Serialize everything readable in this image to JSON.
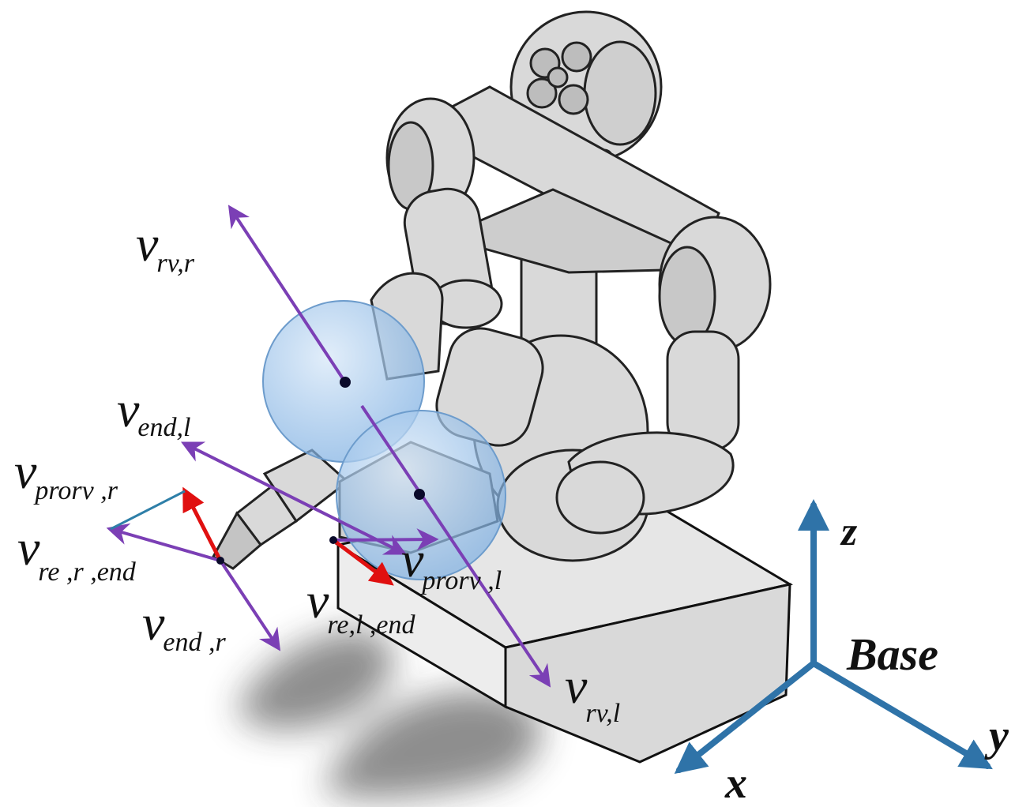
{
  "labels": {
    "v_rv_r": {
      "main": "v",
      "sub": "rv,r"
    },
    "v_end_l": {
      "main": "v",
      "sub": "end,l"
    },
    "v_prorv_r": {
      "main": "v",
      "sub": "prorv ,r"
    },
    "v_re_r_end": {
      "main": "v",
      "sub": "re ,r ,end"
    },
    "v_end_r": {
      "main": "v",
      "sub": "end ,r"
    },
    "v_prorv_l": {
      "main": "v",
      "sub": "prorv ,l"
    },
    "v_re_l_end": {
      "main": "v",
      "sub": "re,l ,end"
    },
    "v_rv_l": {
      "main": "v",
      "sub": "rv,l"
    }
  },
  "axes": {
    "z": "z",
    "x": "x",
    "y": "y",
    "origin": "Base"
  },
  "colors": {
    "purple_arrow": "#7b3fb5",
    "red_arrow": "#e01010",
    "teal_line": "#2e7fa8",
    "axis_blue": "#2f73a8",
    "sphere_fill": "#9cc2ea",
    "robot_body": "#d9d9d9",
    "box_face": "#e6e6e6"
  }
}
